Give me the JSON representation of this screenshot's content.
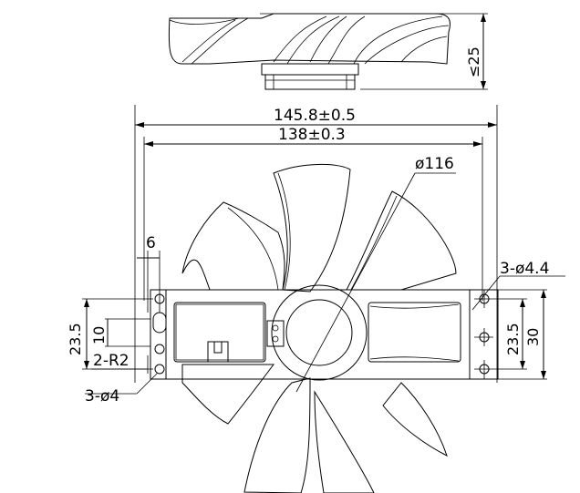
{
  "dimensions": {
    "height_label": "≤25",
    "overall_width": "145.8±0.5",
    "hole_spacing": "138±0.3",
    "fan_diameter": "ø116",
    "mount_holes_right": "3-ø4.4",
    "slot_width": "6",
    "left_height": "23.5",
    "slot_length": "10",
    "slot_radius": "2-R2",
    "mount_holes_left": "3-ø4",
    "right_inner_height": "23.5",
    "right_outer_height": "30"
  }
}
